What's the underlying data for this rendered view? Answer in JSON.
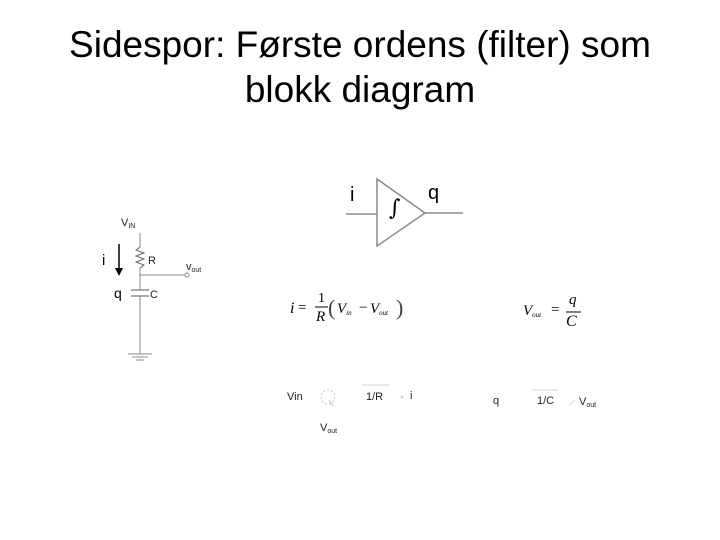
{
  "slide": {
    "title_line1": "Sidespor: Første ordens (filter) som",
    "title_line2": "blokk diagram"
  },
  "integrator": {
    "input_label": "i",
    "output_label": "q",
    "symbol": "∫"
  },
  "circuit": {
    "vin_label": "V",
    "vin_sub": "IN",
    "resistor_label": "R",
    "capacitor_label": "C",
    "vout_label": "v",
    "vout_sub": "out",
    "current_label": "i",
    "charge_label": "q"
  },
  "equation1": {
    "lhs": "i",
    "eq": "=",
    "num": "1",
    "den": "R",
    "open": "(",
    "v1": "V",
    "v1_sub": "in",
    "minus": "−",
    "v2": "V",
    "v2_sub": "out",
    "close": ")"
  },
  "equation2": {
    "lhs": "V",
    "lhs_sub": "out",
    "eq": "=",
    "num": "q",
    "den": "C"
  },
  "block1": {
    "vin": "Vin",
    "gain": "1/R",
    "out": "i",
    "feedback": "V",
    "feedback_sub": "out"
  },
  "block2": {
    "in": "q",
    "gain": "1/C",
    "out": "V",
    "out_sub": "out"
  }
}
